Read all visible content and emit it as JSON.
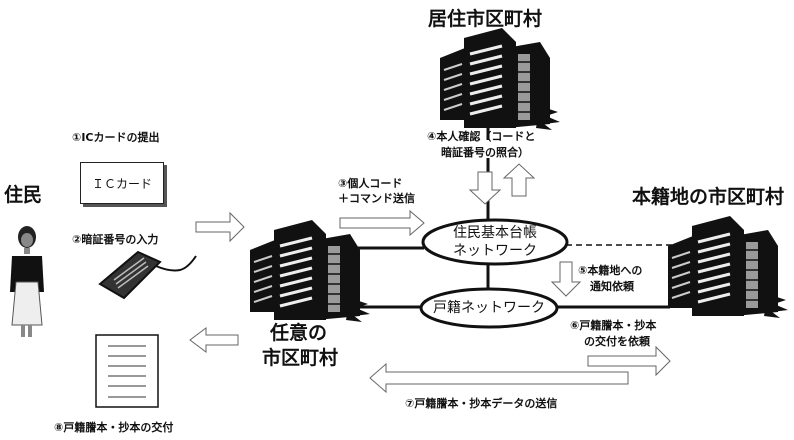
{
  "nodes": {
    "resident": "住民",
    "home_municipality": "居住市区町村",
    "any_municipality_line1": "任意の",
    "any_municipality_line2": "市区町村",
    "registered_domicile_municipality": "本籍地の市区町村",
    "resident_registry_network_line1": "住民基本台帳",
    "resident_registry_network_line2": "ネットワーク",
    "family_registry_network": "戸籍ネットワーク",
    "ic_card": "ＩＣカード"
  },
  "steps": {
    "s1": "①ICカードの提出",
    "s2": "②暗証番号の入力",
    "s3_line1": "③個人コード",
    "s3_line2": "＋コマンド送信",
    "s4_line1": "④本人確認（コードと",
    "s4_line2": "暗証番号の照合）",
    "s5_line1": "⑤本籍地への",
    "s5_line2": "通知依頼",
    "s6_line1": "⑥戸籍謄本・抄本",
    "s6_line2": "の交付を依頼",
    "s7": "⑦戸籍謄本・抄本データの送信",
    "s8": "⑧戸籍謄本・抄本の交付"
  },
  "colors": {
    "ink": "#111111",
    "arrow_stroke": "#666666",
    "building_gray": "#9a9a9a"
  }
}
